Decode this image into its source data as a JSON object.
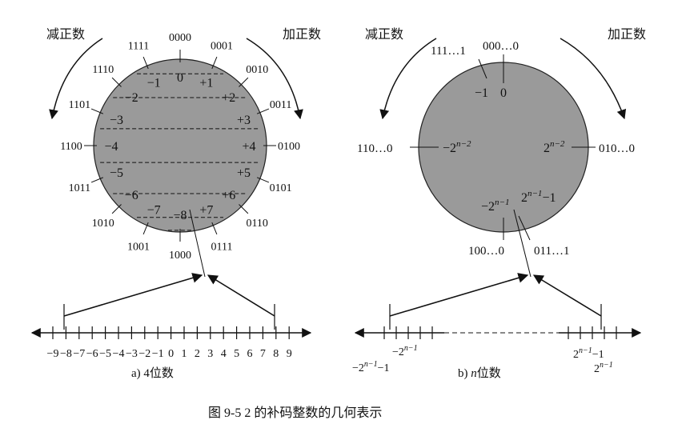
{
  "left": {
    "decrease_label": "减正数",
    "increase_label": "加正数",
    "circle_labels": [
      {
        "code": "0000",
        "value": "0"
      },
      {
        "code": "0001",
        "value": "+1"
      },
      {
        "code": "0010",
        "value": "+2"
      },
      {
        "code": "0011",
        "value": "+3"
      },
      {
        "code": "0100",
        "value": "+4"
      },
      {
        "code": "0101",
        "value": "+5"
      },
      {
        "code": "0110",
        "value": "+6"
      },
      {
        "code": "0111",
        "value": "+7"
      },
      {
        "code": "1000",
        "value": "−8"
      },
      {
        "code": "1001",
        "value": "−7"
      },
      {
        "code": "1010",
        "value": "−6"
      },
      {
        "code": "1011",
        "value": "−5"
      },
      {
        "code": "1100",
        "value": "−4"
      },
      {
        "code": "1101",
        "value": "−3"
      },
      {
        "code": "1110",
        "value": "−2"
      },
      {
        "code": "1111",
        "value": "−1"
      }
    ],
    "number_line_ticks": [
      "−9",
      "−8",
      "−7",
      "−6",
      "−5",
      "−4",
      "−3",
      "−2",
      "−1",
      "0",
      "1",
      "2",
      "3",
      "4",
      "5",
      "6",
      "7",
      "8",
      "9"
    ],
    "subcaption": "a) 4位数"
  },
  "right": {
    "decrease_label": "减正数",
    "increase_label": "加正数",
    "code_top_left": "111…1",
    "code_top_right": "000…0",
    "code_left": "110…0",
    "code_right": "010…0",
    "code_bottom_left": "100…0",
    "code_bottom_right": "011…1",
    "value_minus_one": "−1",
    "value_zero": "0",
    "value_left": "−2",
    "value_right": "2",
    "value_bottom_left": "−2",
    "value_bottom_right": "2",
    "exp_left": "n−2",
    "exp_right": "n−2",
    "exp_bottom_left": "n−1",
    "exp_bottom_right": "n−1",
    "bottom_right_suffix": "−1",
    "line_left_top": "−2",
    "line_left_top_exp": "n−1",
    "line_left_bottom": "−2",
    "line_left_bottom_exp": "n−1",
    "line_left_bottom_suffix": "−1",
    "line_right_top": "2",
    "line_right_top_exp": "n−1",
    "line_right_top_suffix": "−1",
    "line_right_bottom": "2",
    "line_right_bottom_exp": "n−1",
    "subcaption_prefix": "b) ",
    "subcaption_var": "n",
    "subcaption_suffix": "位数"
  },
  "caption": "图 9-5   2 的补码整数的几何表示"
}
